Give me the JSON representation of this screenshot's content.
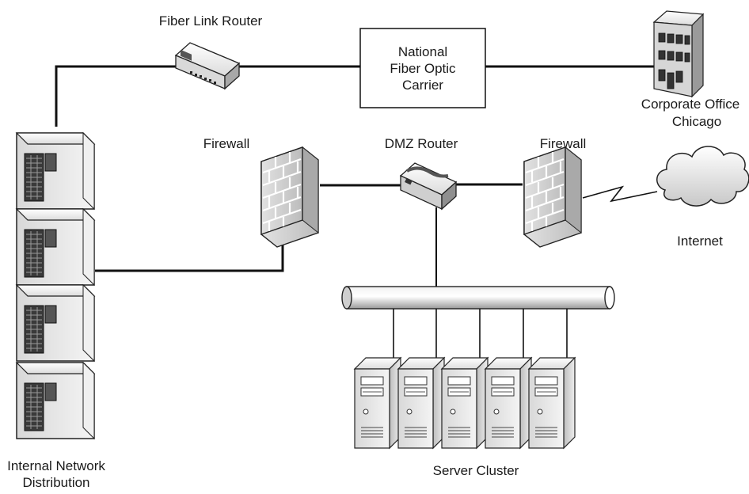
{
  "labels": {
    "fiber_link_router": "Fiber Link Router",
    "carrier_line1": "National",
    "carrier_line2": "Fiber Optic",
    "carrier_line3": "Carrier",
    "corporate_office_line1": "Corporate Office",
    "corporate_office_line2": "Chicago",
    "firewall_left": "Firewall",
    "dmz_router": "DMZ Router",
    "firewall_right": "Firewall",
    "internet": "Internet",
    "server_cluster": "Server Cluster",
    "internal_network_line1": "Internal Network",
    "internal_network_line2": "Distribution"
  },
  "colors": {
    "line": "#111111",
    "device_light": "#e6e6e6",
    "device_mid": "#bdbdbd",
    "device_dark": "#8c8c8c",
    "outline": "#222222"
  }
}
